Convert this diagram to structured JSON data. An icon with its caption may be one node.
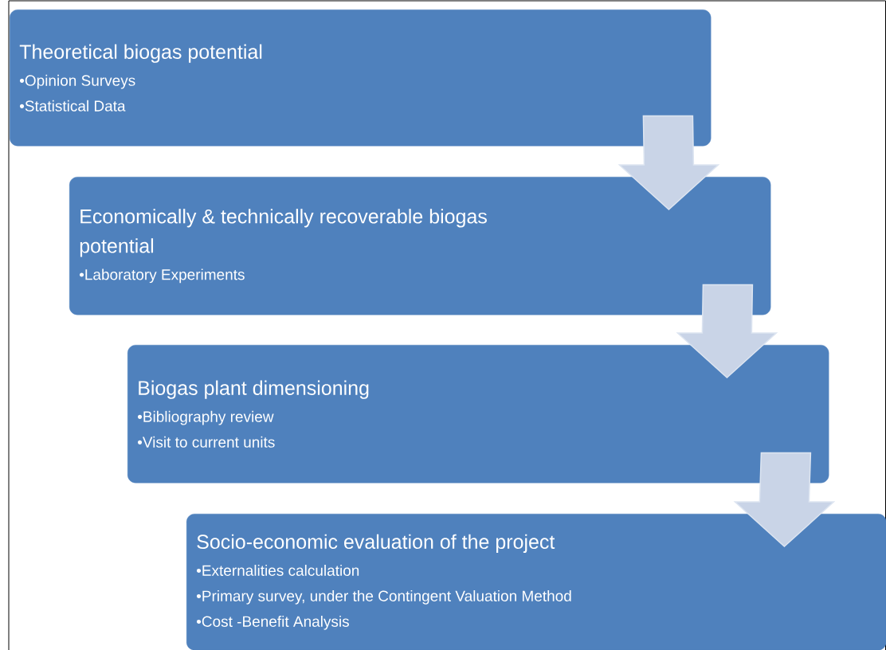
{
  "diagram": {
    "nodes": [
      {
        "text": [
          "Theoretical biogas potential",
          "•Opinion Surveys",
          "•Statistical Data"
        ]
      },
      {
        "text": [
          "Economically & technically recoverable biogas potential",
          "•Laboratory Experiments"
        ]
      },
      {
        "text": [
          "Biogas plant dimensioning",
          "•Bibliography review",
          "•Visit to current units"
        ]
      },
      {
        "text": [
          "Socio-economic evaluation of the project",
          "•Externalities calculation",
          "•Primary survey, under the Contingent Valuation Method",
          "•Cost -Benefit Analysis"
        ]
      }
    ],
    "edges": [
      {
        "from": 0,
        "to": 1,
        "arrow": "to"
      },
      {
        "from": 1,
        "to": 2,
        "arrow": "to"
      },
      {
        "from": 2,
        "to": 3,
        "arrow": "to"
      }
    ]
  }
}
